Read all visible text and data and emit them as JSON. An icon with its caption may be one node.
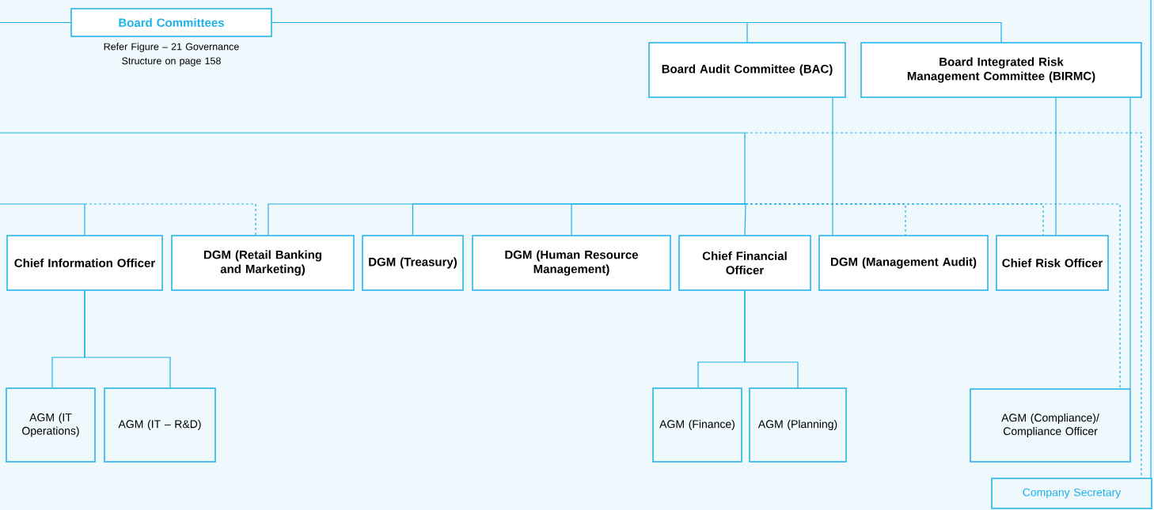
{
  "diagram": {
    "nodes": [
      {
        "text": [
          "Board Committees"
        ],
        "beside": [
          "Refer Figure – 21 Governance Structure on page 158"
        ]
      },
      {
        "text": [
          "Board Audit Committee (BAC)"
        ]
      },
      {
        "text": [
          "Board Integrated Risk Management Committee (BIRMC)"
        ]
      },
      {
        "text": [
          "Chief Information Officer"
        ]
      },
      {
        "text": [
          "DGM (Retail Banking and Marketing)"
        ]
      },
      {
        "text": [
          "DGM (Treasury)"
        ]
      },
      {
        "text": [
          "DGM (Human Resource Management)"
        ]
      },
      {
        "text": [
          "Chief Financial Officer"
        ]
      },
      {
        "text": [
          "DGM (Management Audit)"
        ]
      },
      {
        "text": [
          "Chief Risk Officer"
        ]
      },
      {
        "text": [
          "AGM (IT Operations)"
        ]
      },
      {
        "text": [
          "AGM (IT – R&D)"
        ]
      },
      {
        "text": [
          "AGM (Finance)"
        ]
      },
      {
        "text": [
          "AGM (Planning)"
        ]
      },
      {
        "text": [
          "AGM (Compliance)/ Compliance Officer"
        ]
      },
      {
        "text": [
          "Company Secretary"
        ]
      }
    ],
    "edges": [
      {
        "from": null,
        "to": 0,
        "arrow": "none"
      },
      {
        "from": 0,
        "to": 1,
        "arrow": "none"
      },
      {
        "from": 0,
        "to": 2,
        "arrow": "none"
      },
      {
        "from": 1,
        "to": 8,
        "arrow": "none"
      },
      {
        "from": 2,
        "to": 9,
        "arrow": "none"
      },
      {
        "from": 2,
        "to": 14,
        "arrow": "none"
      },
      {
        "from": null,
        "to": 7,
        "arrow": "none"
      },
      {
        "from": null,
        "to": 4,
        "arrow": "none"
      },
      {
        "from": null,
        "to": 5,
        "arrow": "none"
      },
      {
        "from": null,
        "to": 6,
        "arrow": "none"
      },
      {
        "from": null,
        "to": 3,
        "arrow": "none"
      },
      {
        "from": null,
        "to": 4,
        "arrow": "none",
        "style": "dashed"
      },
      {
        "from": null,
        "to": 8,
        "arrow": "none",
        "style": "dashed"
      },
      {
        "from": null,
        "to": 9,
        "arrow": "none",
        "style": "dashed"
      },
      {
        "from": null,
        "to": 14,
        "arrow": "none",
        "style": "dashed"
      },
      {
        "from": null,
        "to": 15,
        "arrow": "none",
        "style": "dashed"
      },
      {
        "from": null,
        "to": 15,
        "arrow": "none"
      },
      {
        "from": 3,
        "to": 10,
        "arrow": "none"
      },
      {
        "from": 3,
        "to": 11,
        "arrow": "none"
      },
      {
        "from": 7,
        "to": 12,
        "arrow": "none"
      },
      {
        "from": 7,
        "to": 13,
        "arrow": "none"
      }
    ]
  }
}
